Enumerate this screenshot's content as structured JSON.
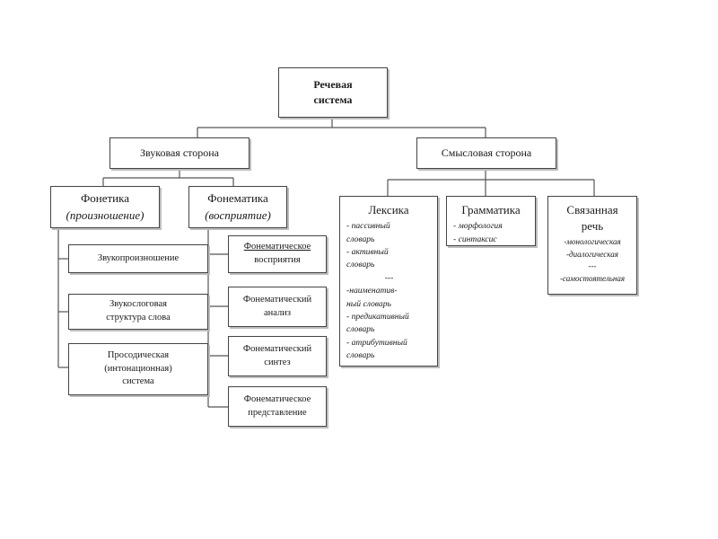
{
  "root": {
    "line1": "Речевая",
    "line2": "система"
  },
  "sound_side": {
    "label": "Звуковая сторона",
    "phonetics": {
      "title": "Фонетика",
      "subtitle": "(произношение)",
      "items": [
        {
          "lines": [
            "Звукопроизношение"
          ]
        },
        {
          "lines": [
            "Звукослоговая",
            "структура слова"
          ]
        },
        {
          "lines": [
            "Просодическая",
            "(интонационная)",
            "система"
          ]
        }
      ]
    },
    "phonematics": {
      "title": "Фонематика",
      "subtitle": "(восприятие)",
      "items": [
        {
          "lines": [
            "Фонематическое",
            "восприятия"
          ]
        },
        {
          "lines": [
            "Фонематический",
            "анализ"
          ]
        },
        {
          "lines": [
            "Фонематический",
            "синтез"
          ]
        },
        {
          "lines": [
            "Фонематическое",
            "представление"
          ]
        }
      ]
    }
  },
  "meaning_side": {
    "label": "Смысловая сторона",
    "lexis": {
      "title": "Лексика",
      "items": [
        "- пассивный",
        "словарь",
        "- активный",
        "словарь",
        "---",
        "-наименатив-",
        "ный словарь",
        "- предикативный",
        "словарь",
        "- атрибутивный",
        "словарь"
      ]
    },
    "grammar": {
      "title": "Грамматика",
      "items": [
        "- морфология",
        "- синтаксис"
      ]
    },
    "connected_speech": {
      "title_line1": "Связанная",
      "title_line2": "речь",
      "items": [
        "-монологическая",
        "-диалогическая",
        "---",
        "-самостоятельная"
      ]
    }
  }
}
